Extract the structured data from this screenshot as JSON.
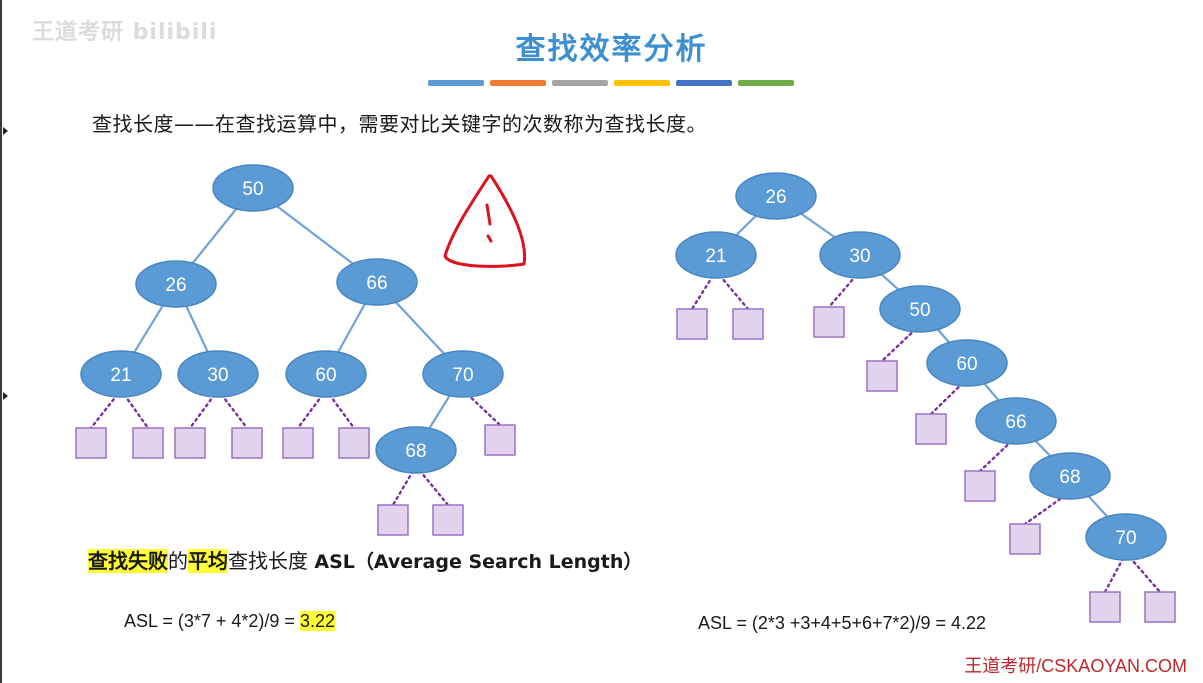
{
  "watermark": "王道考研 bilibili",
  "title": "查找效率分析",
  "accent_bar_colors": [
    "#5b9bd5",
    "#ed7d31",
    "#a5a5a5",
    "#ffc000",
    "#4472c4",
    "#70ad47"
  ],
  "definition": "查找长度——在查找运算中，需要对比关键字的次数称为查找长度。",
  "asl_heading": {
    "part1": "查找失败",
    "part2": "的",
    "part3": "平均",
    "part4": "查找长度 ",
    "part5": "ASL（Average Search Length）"
  },
  "formula_left": {
    "expr": "ASL = (3*7 + 4*2)/9 = ",
    "result": "3.22"
  },
  "formula_right": {
    "expr": "ASL = (2*3 +3+4+5+6+7*2)/9 = 4.22"
  },
  "brand": "王道考研/CSKAOYAN.COM",
  "colors": {
    "node_fill": "#5b9bd5",
    "node_stroke": "#4a86c0",
    "edge": "#6fa3d8",
    "leaf_fill": "#e2d4ee",
    "leaf_stroke": "#9b72c3",
    "dotted_edge": "#7a2fa0",
    "warning": "#d9141e"
  },
  "trees": {
    "balanced": {
      "nodes": [
        "50",
        "26",
        "66",
        "21",
        "30",
        "60",
        "70",
        "68"
      ],
      "edges": [
        [
          "50",
          "26"
        ],
        [
          "50",
          "66"
        ],
        [
          "26",
          "21"
        ],
        [
          "26",
          "30"
        ],
        [
          "66",
          "60"
        ],
        [
          "66",
          "70"
        ],
        [
          "70",
          "68"
        ]
      ],
      "failure_leaf_parents": [
        "21",
        "21",
        "30",
        "30",
        "60",
        "60",
        "70",
        "68",
        "68"
      ]
    },
    "skewed": {
      "nodes": [
        "26",
        "21",
        "30",
        "50",
        "60",
        "66",
        "68",
        "70"
      ],
      "edges": [
        [
          "26",
          "21"
        ],
        [
          "26",
          "30"
        ],
        [
          "30",
          "50"
        ],
        [
          "50",
          "60"
        ],
        [
          "60",
          "66"
        ],
        [
          "66",
          "68"
        ],
        [
          "68",
          "70"
        ]
      ],
      "failure_leaf_parents": [
        "21",
        "21",
        "30",
        "50",
        "60",
        "66",
        "68",
        "70",
        "70"
      ]
    }
  }
}
